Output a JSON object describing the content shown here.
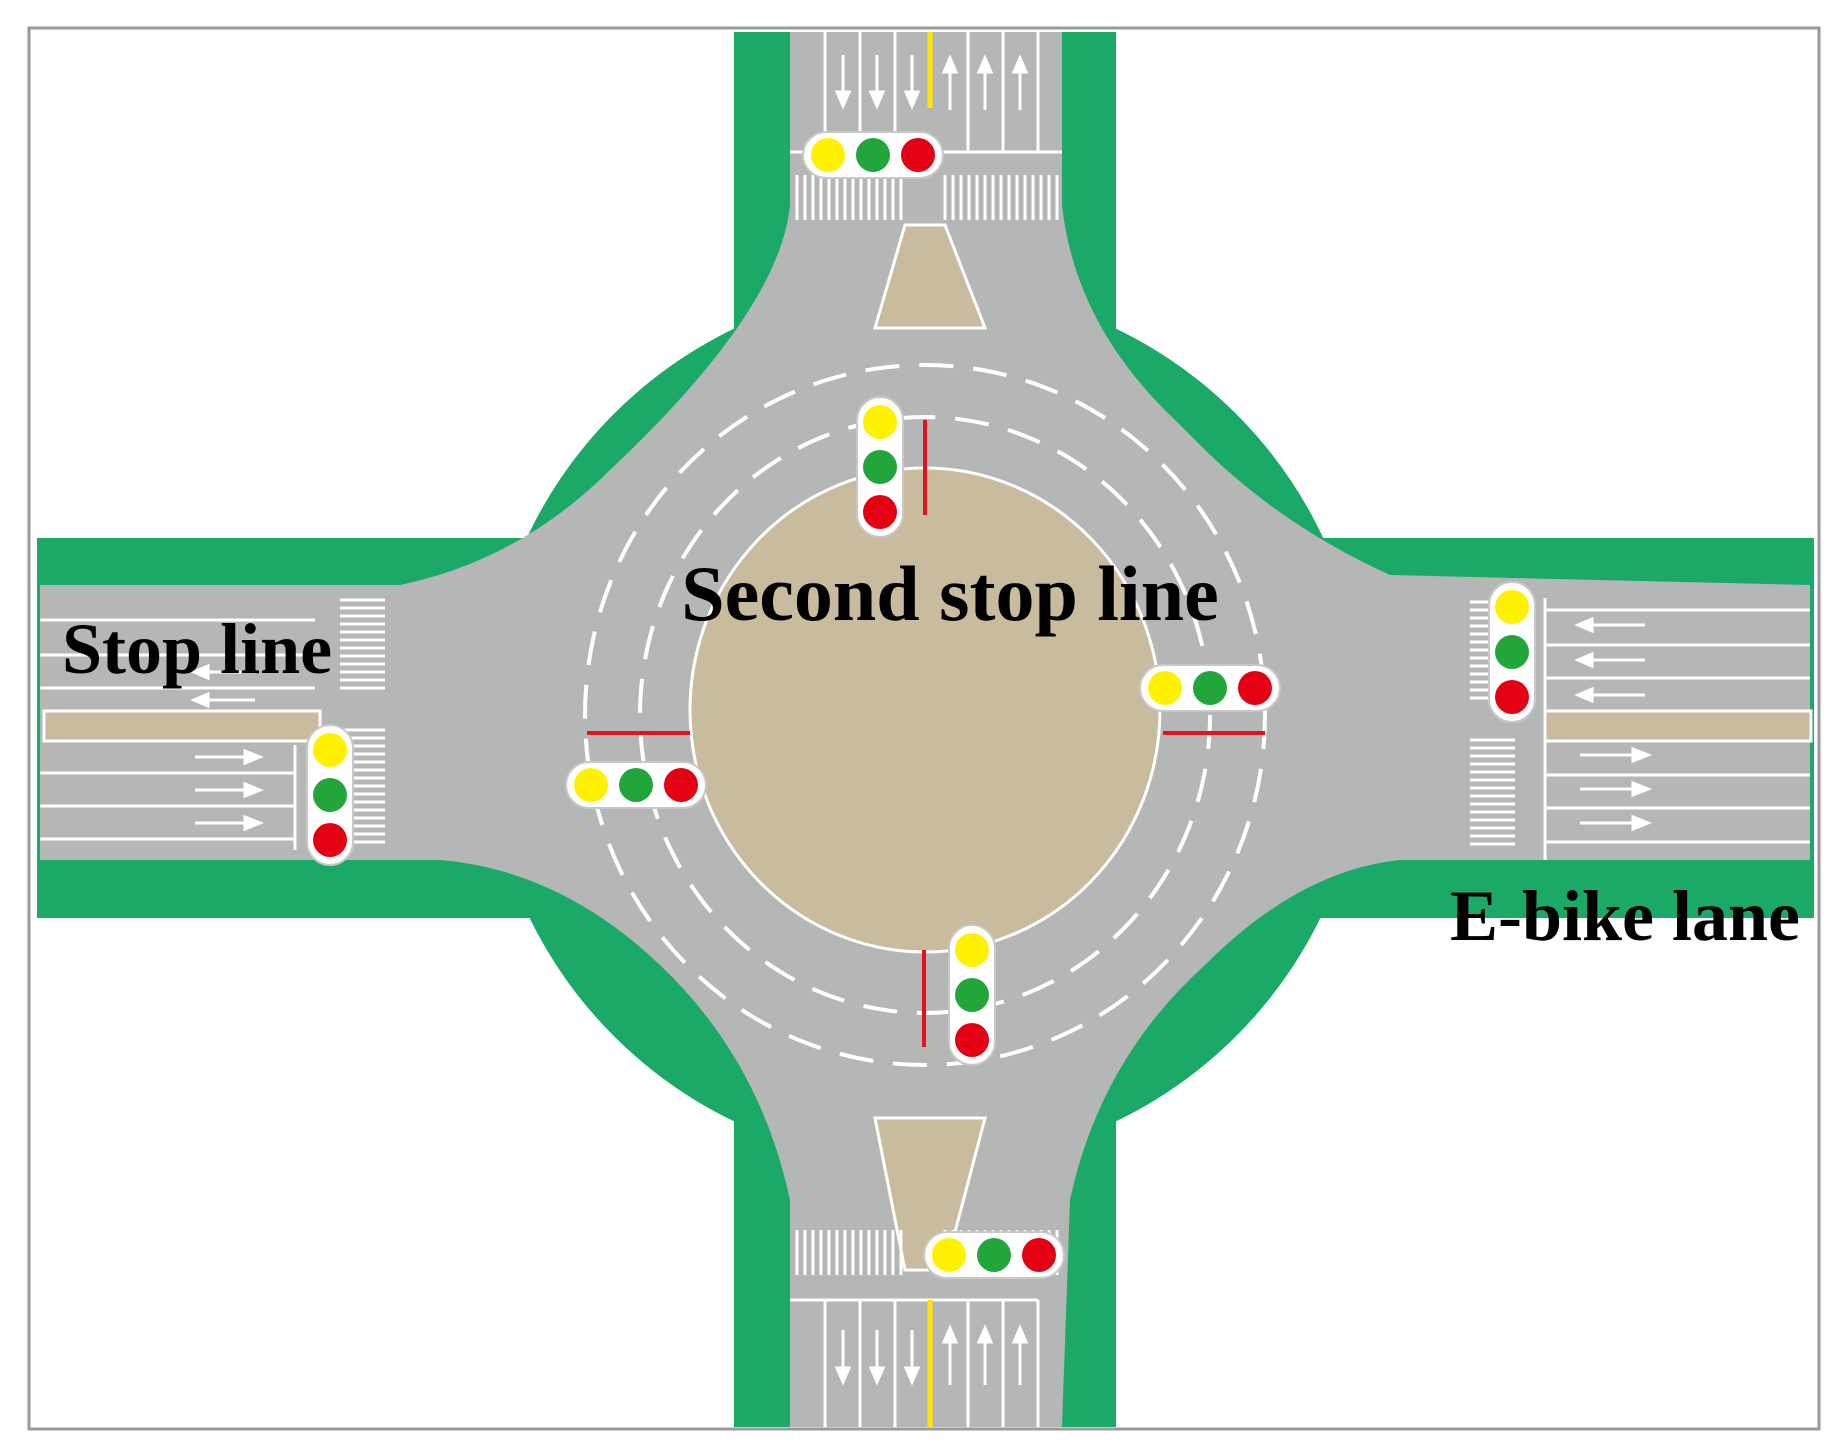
{
  "labels": {
    "second_stop_line": "Second stop line",
    "stop_line": "Stop line",
    "ebike_lane": "E-bike lane"
  },
  "colors": {
    "road": "#b5b6b6",
    "ebike_lane": "#1aa966",
    "median": "#c8bb9e",
    "marking": "#ffffff",
    "center_line": "#ffe600",
    "second_stop_line": "#e0141e",
    "signal_yellow": "#fff200",
    "signal_green": "#22a63b",
    "signal_red": "#e40012"
  },
  "icons": [
    "traffic-light-icon",
    "lane-arrow-icon"
  ]
}
